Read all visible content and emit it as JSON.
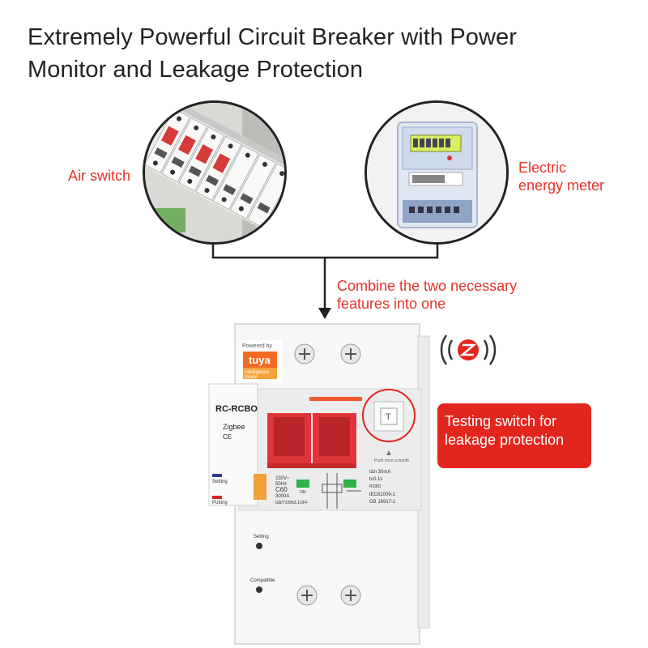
{
  "header": {
    "title_line1": "Extremely Powerful Circuit Breaker with Power",
    "title_line2": "Monitor and Leakage Protection"
  },
  "labels": {
    "air_switch": "Air switch",
    "meter_line1": "Electric",
    "meter_line2": "energy meter",
    "combine_line1": "Combine the two necessary",
    "combine_line2": "features into one",
    "testing_line1": "Testing switch for",
    "testing_line2": "leakage protection"
  },
  "device": {
    "powered_by": "Powered by",
    "brand": "tuya",
    "brand_sub1": "intelligence",
    "brand_sub2": "inside",
    "model": "RC-RCBO",
    "protocol": "Zigbee",
    "ce_mark": "CE",
    "side_setting": "Setting",
    "side_putting": "Putting",
    "front_setting": "Setting",
    "front_compatible": "Compatible",
    "test_button": "T",
    "push_text": "Push once a month",
    "rating_voltage": "230V~",
    "rating_freq": "50Hz",
    "rating_current": "C60",
    "rating_break": "3000A",
    "rating_std": "GB/T10963.1",
    "on_label": "ON",
    "off_label": "OFF",
    "leak_current": "IΔn 30mA",
    "leak_time": "t≤0.1s",
    "leak_type": "RCBO",
    "iec_std": "IEC61009-1",
    "gb_std": "GB 16917-1"
  },
  "colors": {
    "accent_red": "#e2261d",
    "label_red": "#e8322d",
    "handle_red": "#e0343a",
    "tuya_orange": "#f26b21"
  }
}
